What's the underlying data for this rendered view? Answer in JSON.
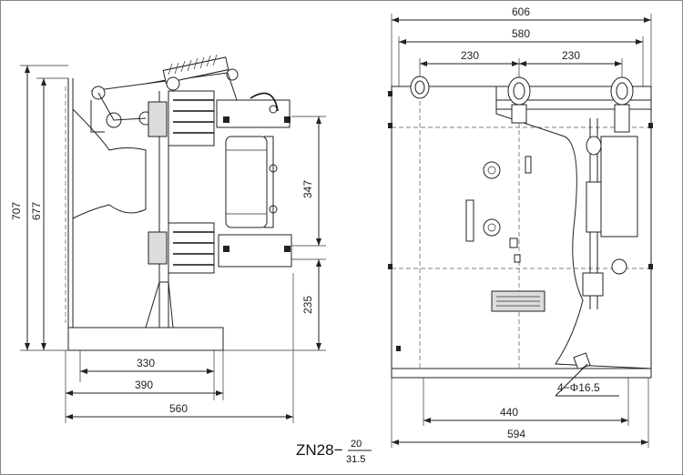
{
  "diagram": {
    "side_view": {
      "dims": {
        "height_707": "707",
        "height_677": "677",
        "pole_347": "347",
        "lower_235": "235",
        "base_330": "330",
        "base_390": "390",
        "width_560": "560"
      }
    },
    "front_view": {
      "dims": {
        "width_606": "606",
        "width_580": "580",
        "pitch_230_left": "230",
        "pitch_230_right": "230",
        "mount_440": "440",
        "width_594": "594",
        "holes": "4−Φ16.5"
      }
    },
    "model": {
      "prefix": "ZN28−",
      "upper": "20",
      "lower": "31.5"
    }
  }
}
